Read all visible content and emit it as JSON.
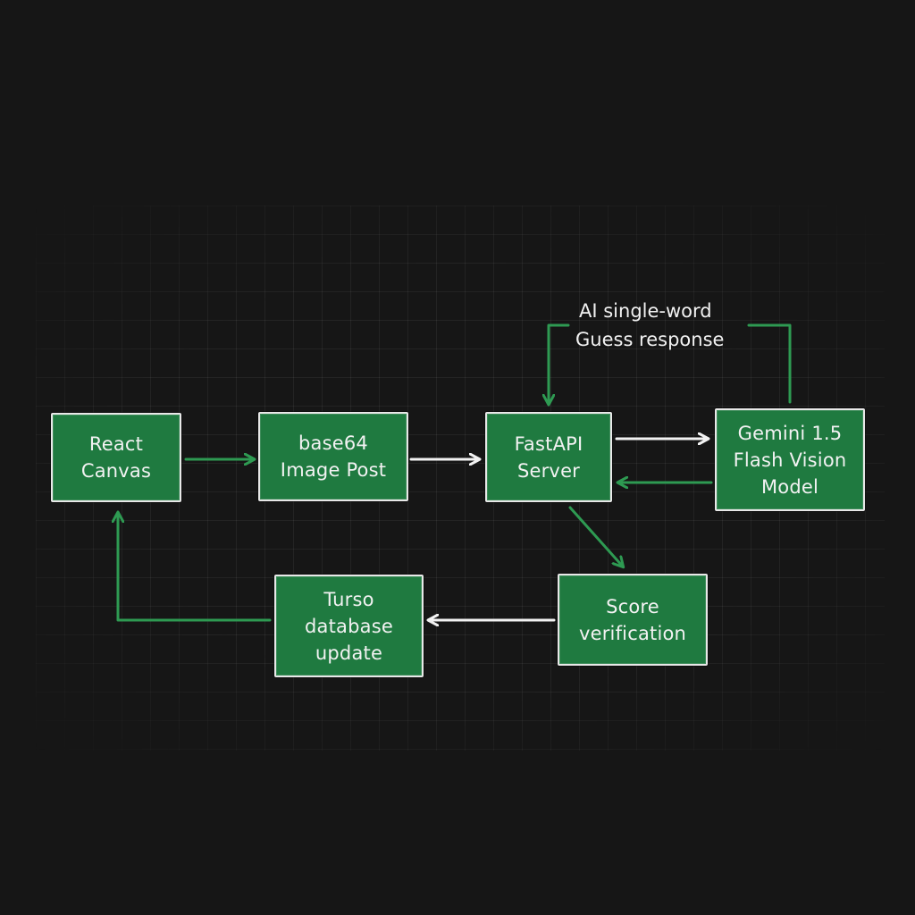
{
  "nodes": {
    "react_canvas": {
      "lines": [
        "React",
        "Canvas"
      ]
    },
    "image_post": {
      "lines": [
        "base64",
        "Image Post"
      ]
    },
    "fastapi_server": {
      "lines": [
        "FastAPI",
        "Server"
      ]
    },
    "gemini_model": {
      "lines": [
        "Gemini 1.5",
        "Flash Vision",
        "Model"
      ]
    },
    "score_verification": {
      "lines": [
        "Score",
        "verification"
      ]
    },
    "turso_update": {
      "lines": [
        "Turso",
        "database",
        "update"
      ]
    }
  },
  "annotation": {
    "lines": [
      "AI single-word",
      "Guess response"
    ]
  },
  "colors": {
    "node_fill": "#1f7a40",
    "node_border": "#e8e8e8",
    "arrow_white": "#f2f2f2",
    "arrow_green": "#2e9a52",
    "background": "#161616"
  }
}
